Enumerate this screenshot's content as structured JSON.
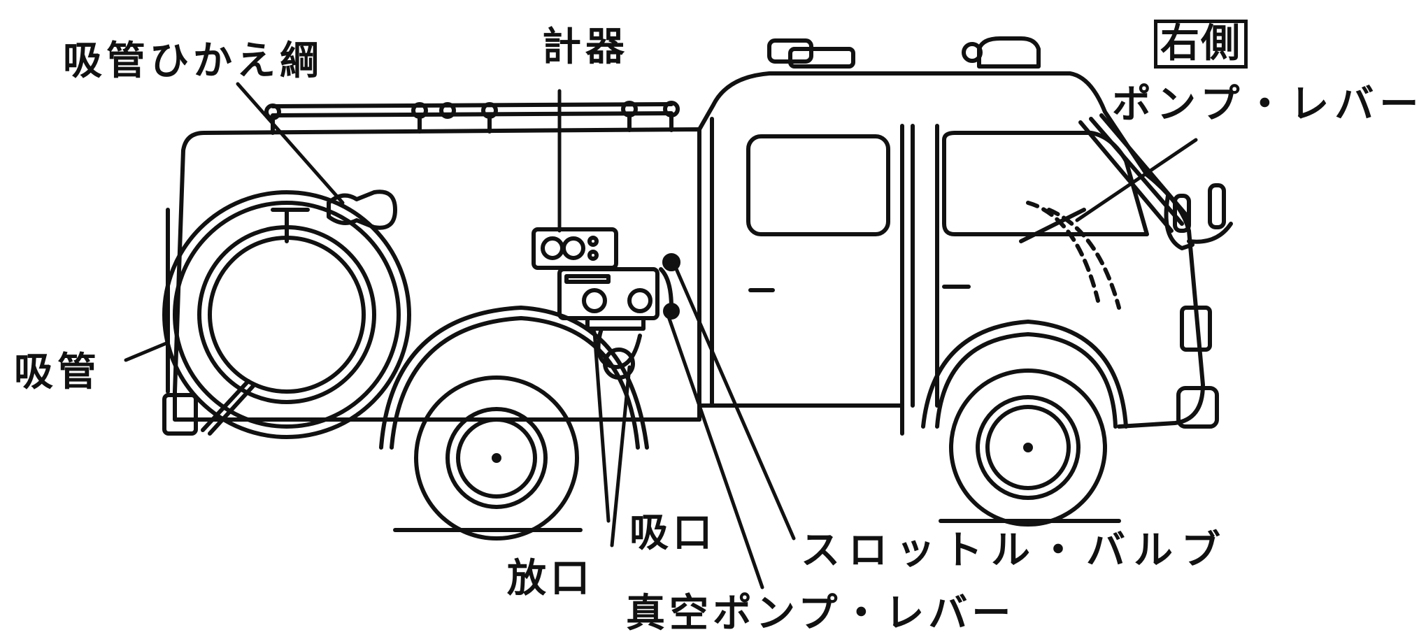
{
  "diagram": {
    "side_label": "右側",
    "labels": {
      "suction_rope": "吸管ひかえ綱",
      "gauges": "計器",
      "pump_lever": "ポンプ・レバー",
      "suction_pipe": "吸管",
      "intake": "吸口",
      "outlet": "放口",
      "throttle_valve": "スロットル・バルブ",
      "vacuum_pump_lever": "真空ポンプ・レバー"
    }
  }
}
